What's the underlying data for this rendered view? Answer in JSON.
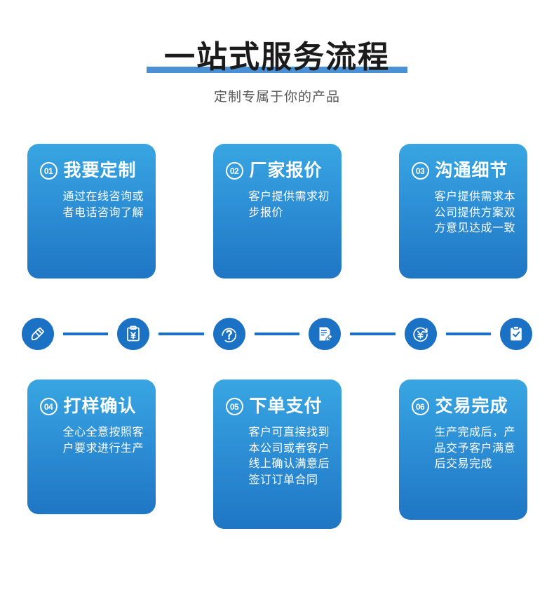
{
  "header": {
    "title": "一站式服务流程",
    "subtitle": "定制专属于你的产品",
    "underline_color": "#4a90d4",
    "title_color": "#1b1b1b",
    "subtitle_color": "#595959"
  },
  "theme": {
    "card_gradient_top": "#38a6e2",
    "card_gradient_bottom": "#1f76c4",
    "icon_blue": "#1b72c4",
    "text_on_card": "#ffffff"
  },
  "steps": [
    {
      "number": "01",
      "title": "我要定制",
      "desc": "通过在线咨询或者电话咨询了解",
      "icon": "design-tools-icon"
    },
    {
      "number": "02",
      "title": "厂家报价",
      "desc": "客户提供需求初步报价",
      "icon": "clipboard-yuan-icon"
    },
    {
      "number": "03",
      "title": "沟通细节",
      "desc": "客户提供需求本公司提供方案双方意见达成一致",
      "icon": "headset-icon"
    },
    {
      "number": "04",
      "title": "打样确认",
      "desc": "全心全意按照客户要求进行生产",
      "icon": "document-pen-icon"
    },
    {
      "number": "05",
      "title": "下单支付",
      "desc": "客户可直接找到本公司或者客户线上确认满意后签订订单合同",
      "icon": "yuan-refresh-icon"
    },
    {
      "number": "06",
      "title": "交易完成",
      "desc": "生产完成后，产品交予客户满意后交易完成",
      "icon": "clipboard-check-icon"
    }
  ]
}
